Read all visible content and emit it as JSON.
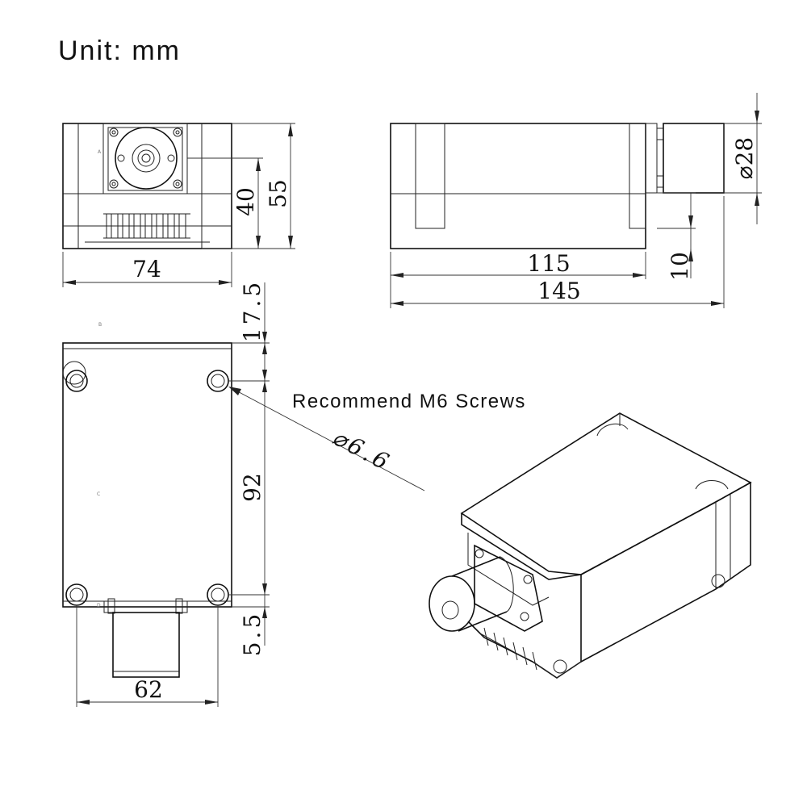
{
  "unit_label": "Unit: mm",
  "note": "Recommend M6 Screws",
  "hole_dim": "⌀6.6",
  "front_view": {
    "width": "74",
    "height": "55",
    "aperture_height": "40",
    "small_mark": "A"
  },
  "side_view": {
    "body_length": "115",
    "total_length": "145",
    "lens_diameter": "⌀28",
    "lens_offset": "10"
  },
  "bottom_view": {
    "top_offset": "17.5",
    "hole_spacing": "92",
    "bottom_offset": "5.5",
    "hole_span": "62",
    "marks": [
      "B",
      "C",
      "D"
    ]
  }
}
